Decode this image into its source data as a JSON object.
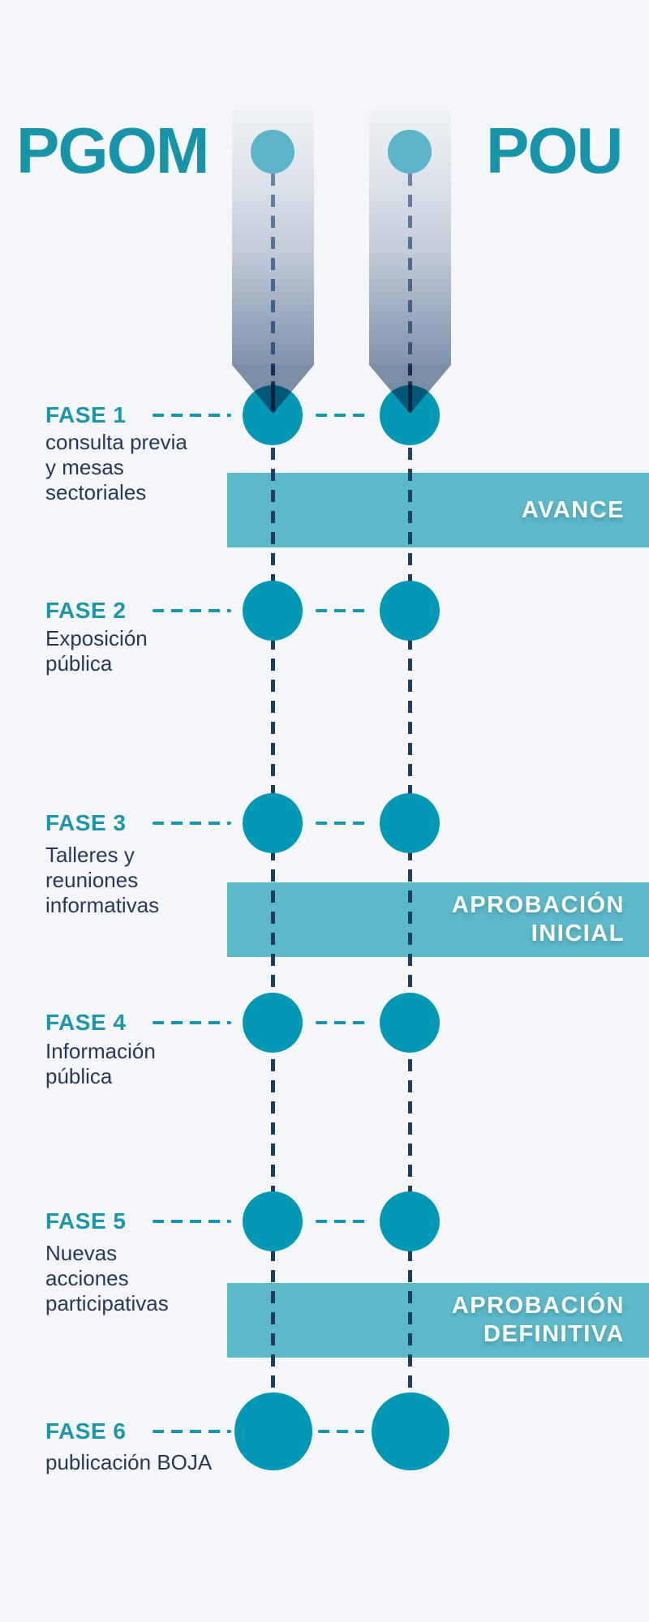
{
  "header": {
    "left_label": "PGOM",
    "right_label": "POU"
  },
  "phases": [
    {
      "label": "FASE 1",
      "description": "consulta previa\ny mesas\nsectoriales"
    },
    {
      "label": "FASE 2",
      "description": "Exposición\npública"
    },
    {
      "label": "FASE 3",
      "description": "Talleres y\nreuniones\ninformativas"
    },
    {
      "label": "FASE 4",
      "description": "Información\npública"
    },
    {
      "label": "FASE 5",
      "description": "Nuevas\nacciones\nparticipativas"
    },
    {
      "label": "FASE 6",
      "description": "publicación BOJA"
    }
  ],
  "milestones": [
    {
      "label": "AVANCE"
    },
    {
      "label": "APROBACIÓN\nINICIAL"
    },
    {
      "label": "APROBACIÓN\nDEFINITIVA"
    }
  ],
  "colors": {
    "background": "#f4f6f9",
    "title_teal": "#1793aa",
    "node_teal": "#0098b4",
    "band_teal": "#5cb9c9",
    "dash_teal": "#1495b3",
    "navy_text": "#26395a",
    "navy_dash": "#1f3e5f",
    "column_steel": "#8093ab",
    "start_dot_teal": "#5bb4c7"
  }
}
